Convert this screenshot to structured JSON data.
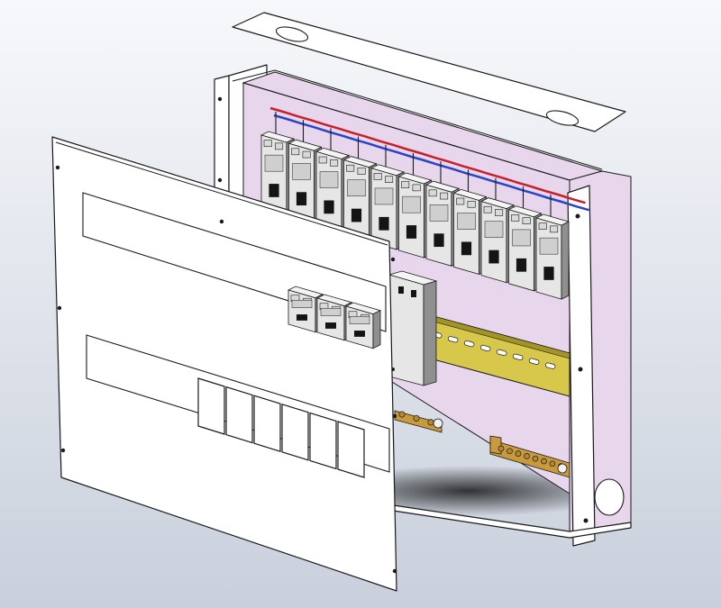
{
  "scene": {
    "subject": "exploded-view-distribution-board",
    "colors": {
      "background_top": "#f7f8fb",
      "background_bottom": "#c9d0dc",
      "sheet_metal": "#ffffff",
      "enclosure_interior": "#e8d7ec",
      "outline": "#1a1a1a",
      "breaker_body": "#e6e6e6",
      "breaker_shadow": "#8f8f8f",
      "handle": "#141414",
      "din_rail": "#d7c74a",
      "busbar": "#c99a3c",
      "phase_wire": "#c8202a",
      "neutral_wire": "#2b43c8"
    },
    "upper_breaker_row_count": 11,
    "lower_breaker_row_count": 3,
    "din_rail_slot_count": 8,
    "front_panel_blank_slot_count": 6,
    "earth_bar_terminal_count": 8,
    "neutral_bar_terminal_count": 3
  }
}
